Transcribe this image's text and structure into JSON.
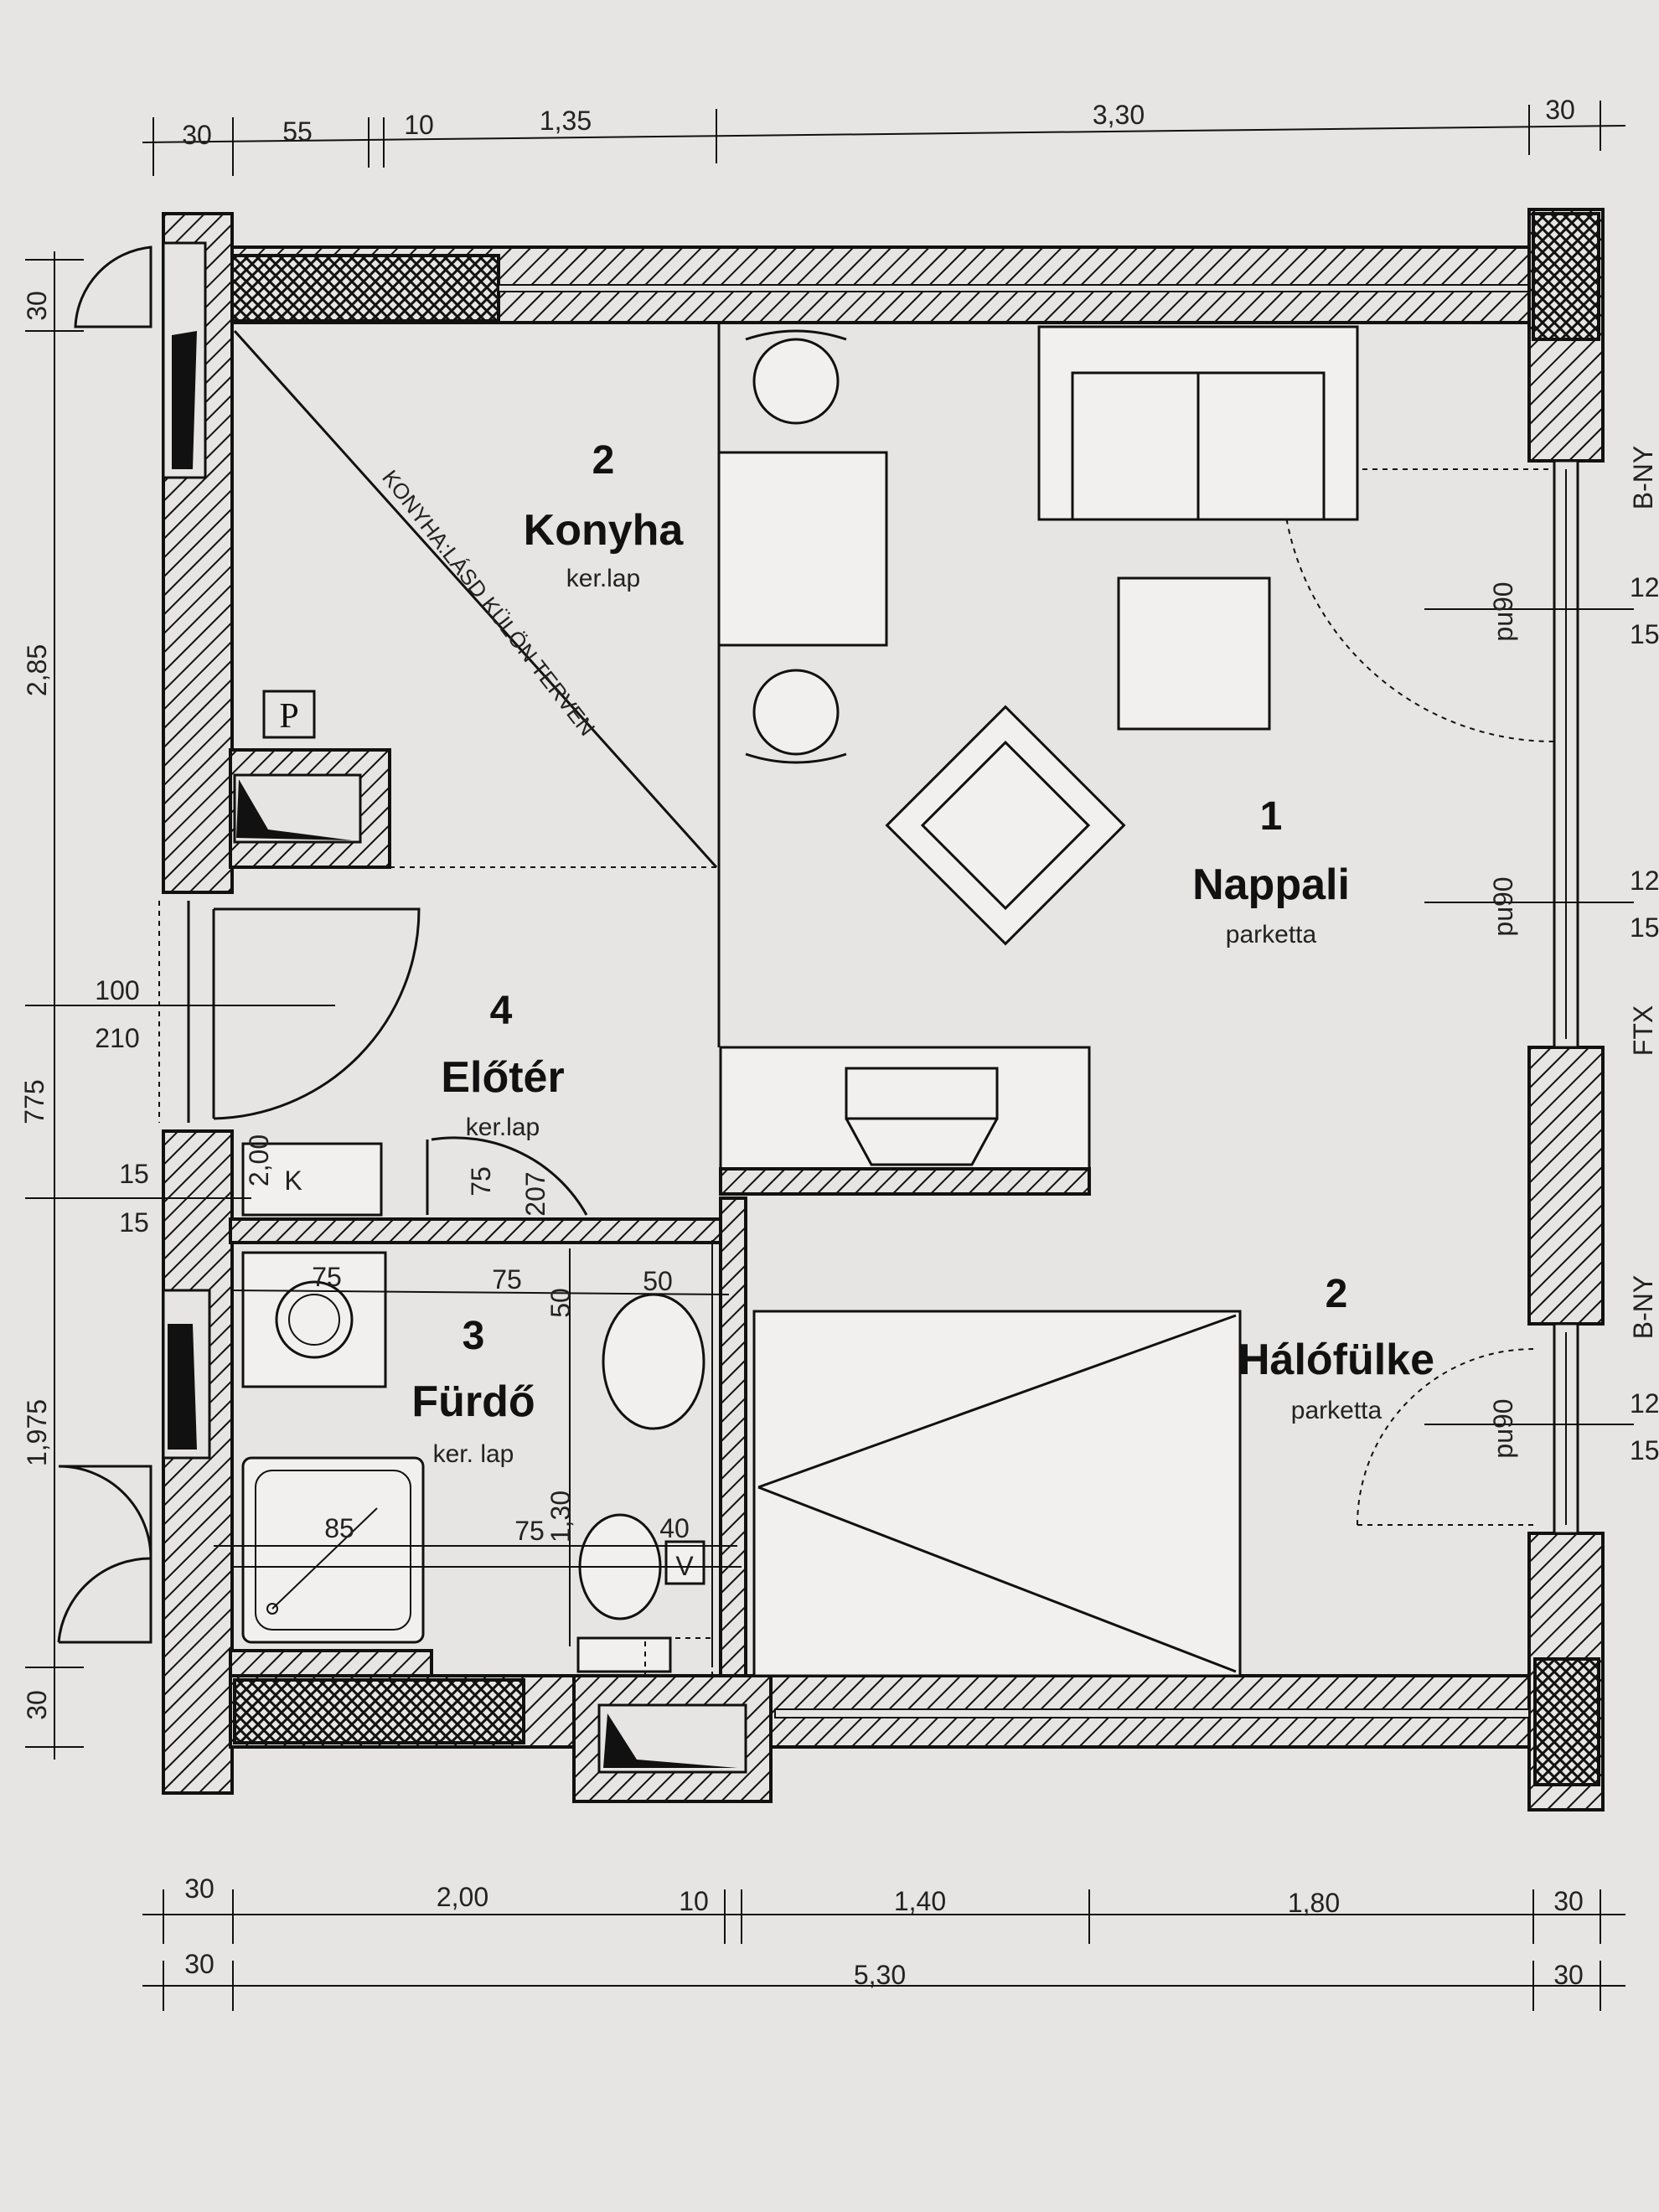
{
  "dimensions": {
    "top": [
      "30",
      "55",
      "10",
      "1,35",
      "3,30",
      "30"
    ],
    "bottom_row1": [
      "30",
      "2,00",
      "10",
      "1,40",
      "1,80",
      "30"
    ],
    "bottom_row2": [
      "30",
      "5,30",
      "30"
    ],
    "left": [
      "30",
      "2,85",
      "775",
      "1,975",
      "30"
    ],
    "door_left": [
      "100",
      "210"
    ],
    "left_small": [
      "15",
      "15"
    ],
    "right_window": [
      "12",
      "15",
      "12",
      "15",
      "12",
      "15"
    ],
    "bath": [
      "75",
      "75",
      "50",
      "50",
      "85",
      "75",
      "40",
      "1,30"
    ],
    "entry": [
      "2,00",
      "K",
      "75",
      "207"
    ]
  },
  "rooms": {
    "kitchen": {
      "num": "2",
      "name": "Konyha",
      "floor": "ker.lap"
    },
    "living": {
      "num": "1",
      "name": "Nappali",
      "floor": "parketta"
    },
    "hall": {
      "num": "4",
      "name": "Előtér",
      "floor": "ker.lap"
    },
    "bath": {
      "num": "3",
      "name": "Fürdő",
      "floor": "ker. lap"
    },
    "bedroom": {
      "num": "2",
      "name": "Hálófülke",
      "floor": "parketta"
    }
  },
  "notes": {
    "kitchen_diag": "KONYHA:LÁSD KÜLÖN TERVEN",
    "parking": "P",
    "window_tags": [
      "pu90",
      "pu90",
      "pu90"
    ],
    "edge_right": [
      "B-NY",
      "FTX",
      "B-NY"
    ],
    "mark_v": "V"
  },
  "colors": {
    "paper": "#e6e5e3",
    "ink": "#111111"
  }
}
